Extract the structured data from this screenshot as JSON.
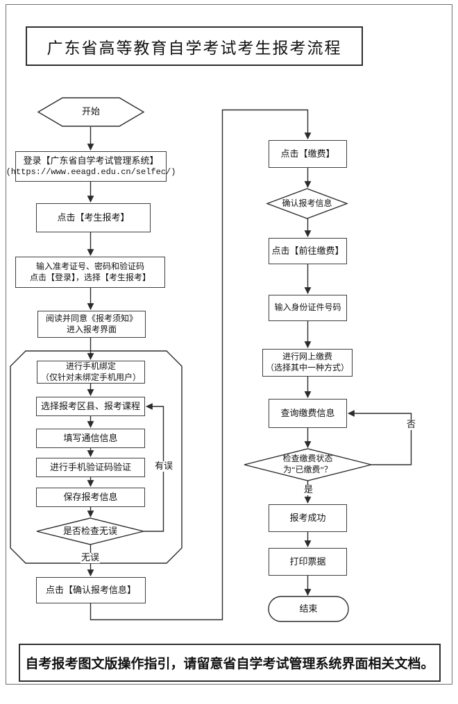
{
  "title": "广东省高等教育自学考试考生报考流程",
  "footer": "自考报考图文版操作指引，请留意省自学考试管理系统界面相关文档。",
  "colors": {
    "line": "#2b2b2b",
    "box_border": "#3d3d3d",
    "background": "#ffffff"
  },
  "nodes": {
    "start": "开始",
    "login_line1": "登录【广东省自学考试管理系统】",
    "login_line2": "(https://www.eeagd.edu.cn/selfec/)",
    "click_register": "点击【考生报考】",
    "input_credentials": "输入准考证号、密码和验证码\n点击【登录】，选择【考生报考】",
    "read_notice": "阅读并同意《报考须知》\n进入报考界面",
    "bind_phone": "进行手机绑定\n（仅针对未绑定手机用户）",
    "select_courses": "选择报考区县、报考课程",
    "fill_contact": "填写通信信息",
    "sms_verify": "进行手机验证码验证",
    "save_info": "保存报考信息",
    "check_decision": "是否检查无误",
    "confirm_info": "点击【确认报考信息】",
    "click_pay": "点击【缴费】",
    "confirm_decision": "确认报考信息",
    "goto_pay": "点击【前往缴费】",
    "input_id": "输入身份证件号码",
    "online_pay": "进行网上缴费\n（选择其中一种方式）",
    "query_pay": "查询缴费信息",
    "status_decision": "检查缴费状态\n为“已缴费”？",
    "success": "报考成功",
    "print_receipt": "打印票据",
    "end": "结束"
  },
  "edge_labels": {
    "error": "有误",
    "no_error": "无误",
    "no": "否",
    "yes": "是"
  }
}
